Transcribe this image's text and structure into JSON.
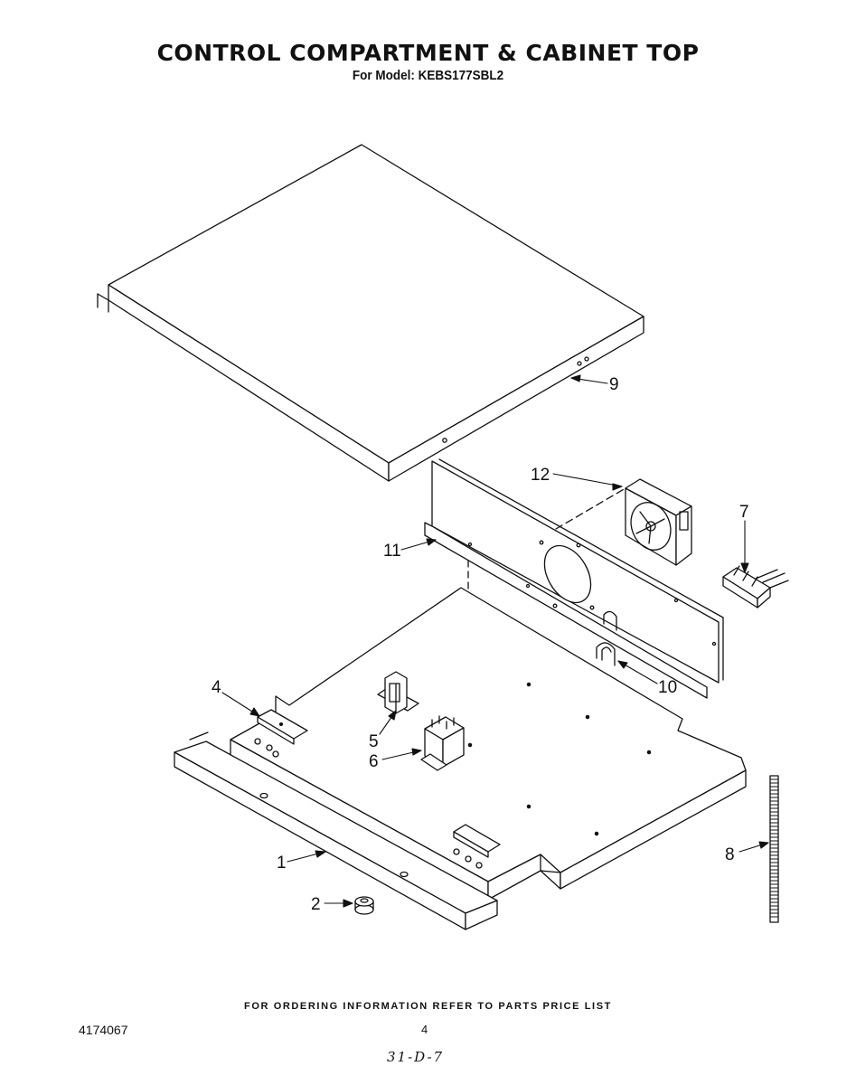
{
  "header": {
    "title": "CONTROL COMPARTMENT & CABINET TOP",
    "subtitle": "For Model: KEBS177SBL2"
  },
  "callouts": {
    "c1": "1",
    "c2": "2",
    "c4": "4",
    "c5": "5",
    "c6": "6",
    "c7": "7",
    "c8": "8",
    "c9": "9",
    "c10": "10",
    "c11": "11",
    "c12": "12"
  },
  "footer": {
    "ordering_note": "FOR ORDERING INFORMATION REFER TO PARTS PRICE LIST",
    "doc_number": "4174067",
    "page_number": "4",
    "handwritten_note": "31-D-7"
  }
}
